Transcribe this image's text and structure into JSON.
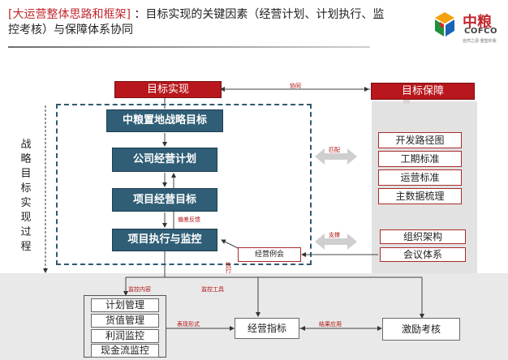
{
  "header": {
    "bracket_open": "[",
    "highlight": "大运营整体思路和框架",
    "bracket_close": "]",
    "rest": " ：目标实现的关键因素（经营计划、计划执行、监控考核）与保障体系协同"
  },
  "logo": {
    "cn": "中粮",
    "en": "COFCO",
    "tag": "自然之源 重塑你我"
  },
  "top": {
    "goal_realization": "目标实现",
    "goal_guarantee": "目标保障",
    "synergy": "协同"
  },
  "chain": {
    "strategic_goal": "中粮置地战略目标",
    "business_plan": "公司经营计划",
    "project_goal": "项目经营目标",
    "execution": "项目执行与监控",
    "feedback": "偏差反馈"
  },
  "side_label": "战略目标实现过程",
  "guarantees": {
    "group1": [
      "开发路径图",
      "工期标准",
      "运营标准",
      "主数据梳理"
    ],
    "group2": [
      "组织架构",
      "会议体系"
    ],
    "match_label": "匹配",
    "support_label": "支撑"
  },
  "meeting": "经营例会",
  "execution_label": "执行",
  "monitor": {
    "content_label": "监控内容",
    "tools_label": "监控工具",
    "items": [
      "计划管理",
      "货值管理",
      "利润监控",
      "现金流监控"
    ],
    "form_label": "表现形式",
    "indicator": "经营指标",
    "result_label": "结果应用",
    "incentive": "激励考核"
  }
}
